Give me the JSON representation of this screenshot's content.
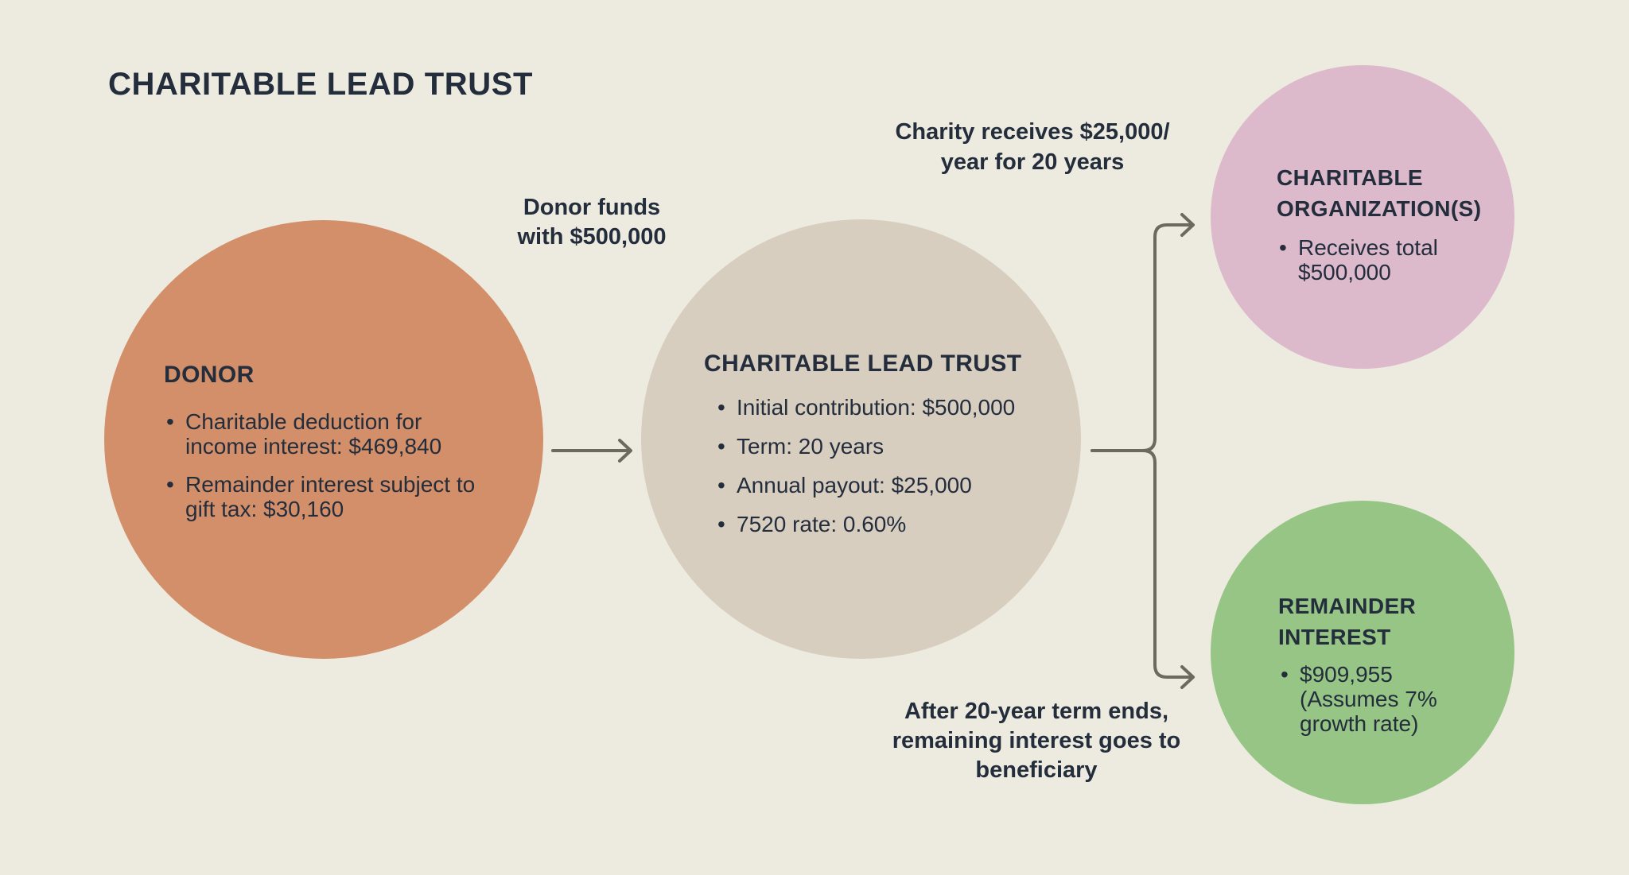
{
  "title": "CHARITABLE LEAD TRUST",
  "colors": {
    "background": "#EDEBDF",
    "donor": "#D38F69",
    "trust": "#D8CEC0",
    "charity": "#DCBACC",
    "remainder": "#96C585",
    "text": "#232D3C",
    "arrow": "#6E695F"
  },
  "nodes": {
    "donor": {
      "heading": "DONOR",
      "bullets": [
        "Charitable deduction for income interest: $469,840",
        "Remainder interest subject to gift tax: $30,160"
      ]
    },
    "trust": {
      "heading": "CHARITABLE LEAD TRUST",
      "bullets": [
        "Initial contribution: $500,000",
        "Term: 20 years",
        "Annual payout: $25,000",
        "7520 rate: 0.60%"
      ]
    },
    "charity": {
      "heading_lines": [
        "CHARITABLE",
        "ORGANIZATION(S)"
      ],
      "bullets": [
        "Receives total $500,000"
      ]
    },
    "remainder": {
      "heading_lines": [
        "REMAINDER",
        "INTEREST"
      ],
      "bullets": [
        "$909,955 (Assumes 7% growth rate)"
      ]
    }
  },
  "labels": {
    "donor_funds": {
      "lines": [
        "Donor funds",
        "with $500,000"
      ]
    },
    "charity_receives": {
      "lines": [
        "Charity receives $25,000/",
        "year for 20 years"
      ]
    },
    "after_term": {
      "lines": [
        "After 20-year term ends,",
        "remaining interest goes to",
        "beneficiary"
      ]
    }
  }
}
